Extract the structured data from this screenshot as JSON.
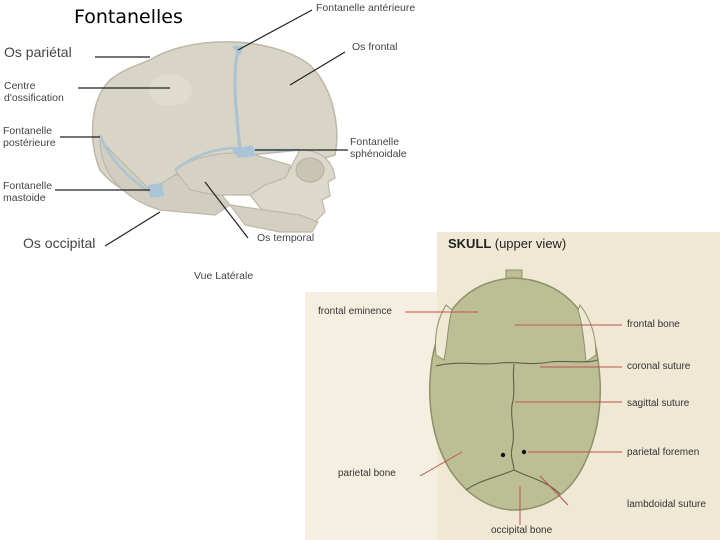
{
  "title": "Fontanelles",
  "lateral_view": {
    "caption": "Vue Latérale",
    "labels": {
      "fontanelle_anterieure": "Fontanelle antérieure",
      "os_parietal": "Os pariétal",
      "os_frontal": "Os frontal",
      "centre_ossification_1": "Centre",
      "centre_ossification_2": "d'ossification",
      "fontanelle_posterieure_1": "Fontanelle",
      "fontanelle_posterieure_2": "postérieure",
      "fontanelle_sphenoidale_1": "Fontanelle",
      "fontanelle_sphenoidale_2": "sphénoidale",
      "fontanelle_mastoide_1": "Fontanelle",
      "fontanelle_mastoide_2": "mastoide",
      "os_occipital": "Os occipital",
      "os_temporal": "Os temporal"
    }
  },
  "upper_view": {
    "heading_bold": "SKULL",
    "heading_rest": "(upper view)",
    "labels": {
      "frontal_eminence": "frontal eminence",
      "frontal_bone": "frontal bone",
      "coronal_suture": "coronal suture",
      "sagittal_suture": "sagittal suture",
      "parietal_foramen": "parietal foremen",
      "parietal_bone": "parietal bone",
      "lambdoidal_suture": "lambdoidal suture",
      "occipital_bone": "occipital bone"
    }
  },
  "colors": {
    "bone": "#d9d5c6",
    "bone_shadow": "#bdb8a8",
    "fontanelle": "#a9c4d6",
    "upper_bg": "#efe8d4",
    "upper_bone": "#bcbf95",
    "leader_red": "#c0504d"
  }
}
